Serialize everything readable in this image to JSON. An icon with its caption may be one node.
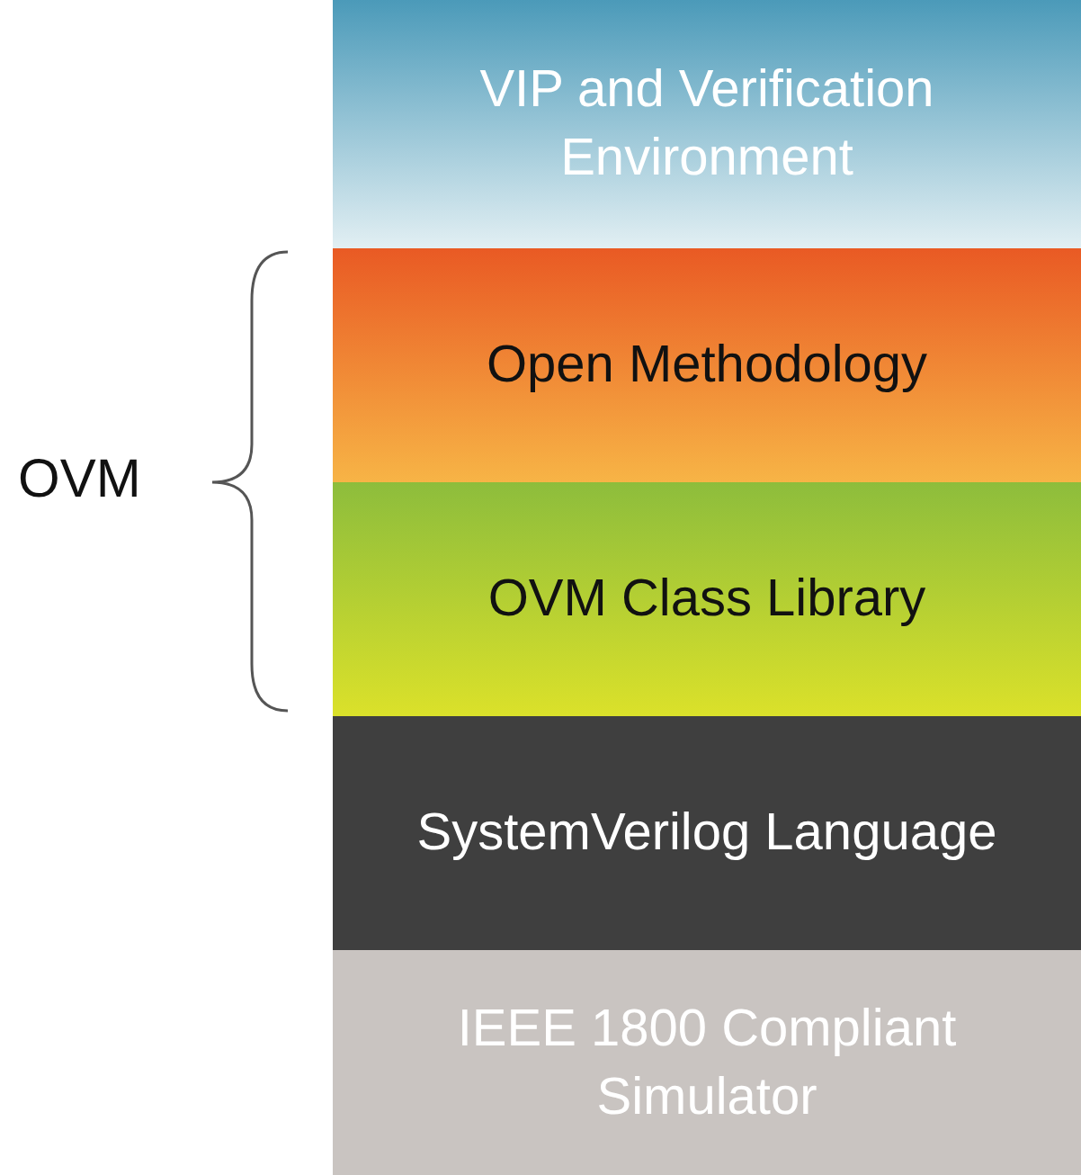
{
  "diagram": {
    "nodes": [
      {
        "text": [
          "VIP and Verification Environment"
        ]
      },
      {
        "text": [
          "Open Methodology"
        ]
      },
      {
        "text": [
          "OVM Class Library"
        ]
      },
      {
        "text": [
          "SystemVerilog Language"
        ]
      },
      {
        "text": [
          "IEEE 1800 Compliant Simulator"
        ]
      }
    ],
    "labels": [
      "OVM"
    ]
  }
}
